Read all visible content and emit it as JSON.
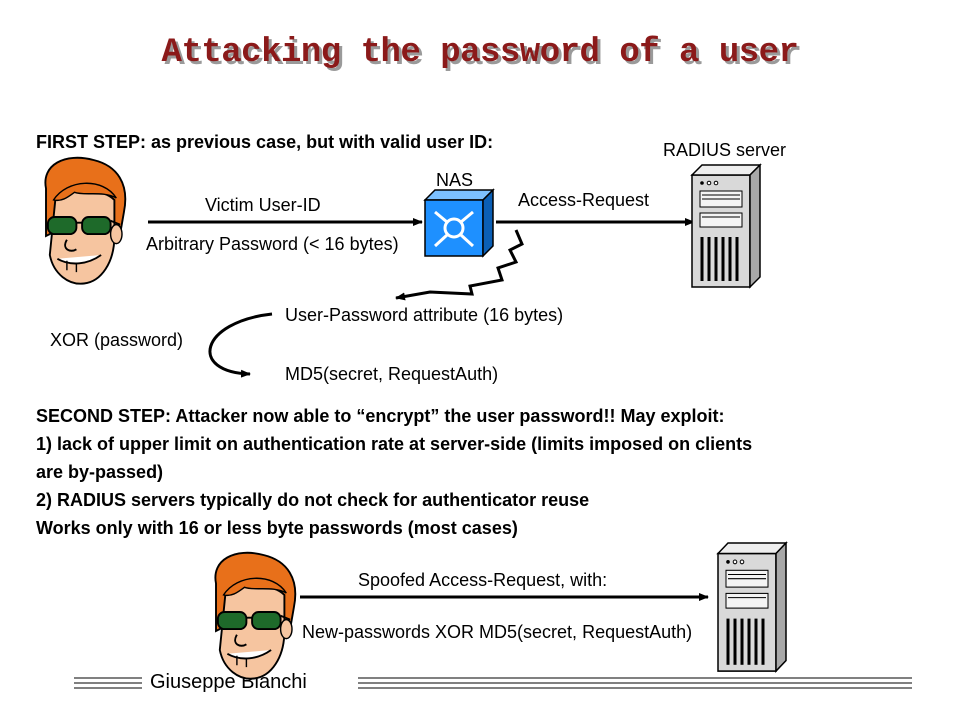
{
  "slide": {
    "title": "Attacking the password of a user",
    "first_step": "FIRST STEP: as previous case, but with valid user ID:",
    "labels": {
      "radius_server": "RADIUS server",
      "nas": "NAS",
      "victim_user_id": "Victim User-ID",
      "arbitrary_password": "Arbitrary Password (< 16 bytes)",
      "access_request": "Access-Request",
      "user_password_attr": "User-Password attribute (16 bytes)",
      "xor_password": "XOR (password)",
      "md5_secret": "MD5(secret, RequestAuth)",
      "spoofed_request": "Spoofed Access-Request, with:",
      "new_passwords": "New-passwords XOR MD5(secret, RequestAuth)"
    },
    "second_step": [
      "SECOND STEP: Attacker now able to “encrypt” the user password!! May exploit:",
      "1) lack of upper limit on authentication rate at server-side (limits imposed on clients",
      "are by-passed)",
      "2) RADIUS servers typically do not check for authenticator reuse",
      "Works only with 16 or less byte passwords (most cases)"
    ],
    "footer": "Giuseppe Bianchi",
    "colors": {
      "title": "#8b1a1a",
      "router": "#1e90ff",
      "hair": "#e8701a"
    }
  }
}
